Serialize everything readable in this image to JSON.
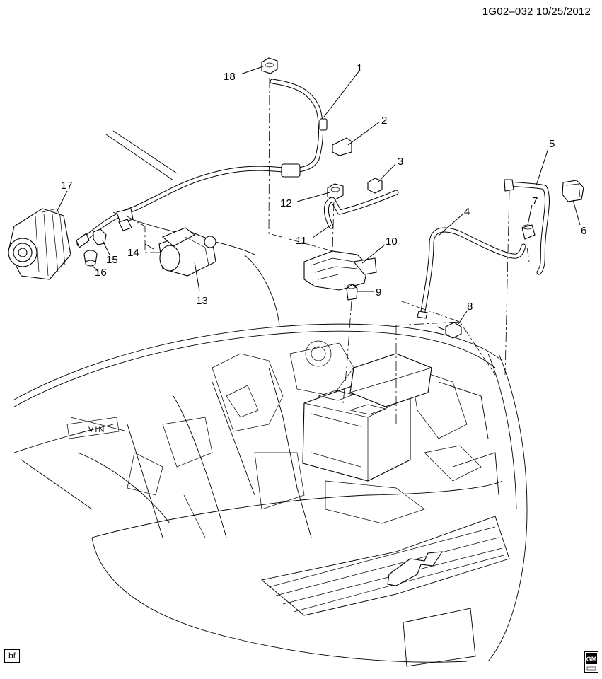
{
  "header": {
    "reference": "1G02–032  10/25/2012"
  },
  "footer": {
    "code_box": "bf",
    "logo_text": "GM"
  },
  "callouts": [
    {
      "id": "callout-1",
      "label": "1"
    },
    {
      "id": "callout-2",
      "label": "2"
    },
    {
      "id": "callout-3",
      "label": "3"
    },
    {
      "id": "callout-4",
      "label": "4"
    },
    {
      "id": "callout-5",
      "label": "5"
    },
    {
      "id": "callout-6",
      "label": "6"
    },
    {
      "id": "callout-7",
      "label": "7"
    },
    {
      "id": "callout-8",
      "label": "8"
    },
    {
      "id": "callout-9",
      "label": "9"
    },
    {
      "id": "callout-10",
      "label": "10"
    },
    {
      "id": "callout-11",
      "label": "11"
    },
    {
      "id": "callout-12",
      "label": "12"
    },
    {
      "id": "callout-13",
      "label": "13"
    },
    {
      "id": "callout-14",
      "label": "14"
    },
    {
      "id": "callout-15",
      "label": "15"
    },
    {
      "id": "callout-16",
      "label": "16"
    },
    {
      "id": "callout-17",
      "label": "17"
    },
    {
      "id": "callout-18",
      "label": "18"
    }
  ],
  "engine_bay": {
    "vin_label": "VIN"
  }
}
